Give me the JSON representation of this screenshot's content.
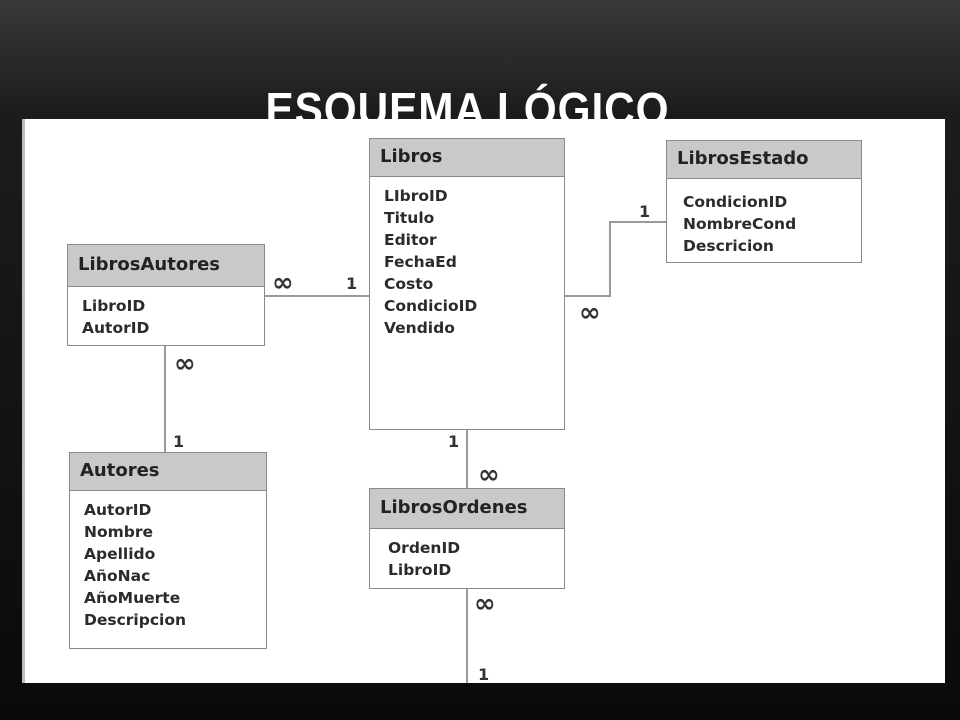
{
  "slide": {
    "title": "ESQUEMA LÓGICO"
  },
  "tables": {
    "libros": {
      "name": "Libros",
      "fields": [
        "LIbroID",
        "Titulo",
        "Editor",
        "FechaEd",
        "Costo",
        "CondicioID",
        "Vendido"
      ]
    },
    "libros_estado": {
      "name": "LibrosEstado",
      "fields": [
        "CondicionID",
        "NombreCond",
        "Descricion"
      ]
    },
    "libros_autores": {
      "name": "LibrosAutores",
      "fields": [
        "LibroID",
        "AutorID"
      ]
    },
    "autores": {
      "name": "Autores",
      "fields": [
        "AutorID",
        "Nombre",
        "Apellido",
        "AñoNac",
        "AñoMuerte",
        "Descripcion"
      ]
    },
    "libros_ordenes": {
      "name": "LibrosOrdenes",
      "fields": [
        "OrdenID",
        "LibroID"
      ]
    }
  },
  "relationships": [
    {
      "from": "libros_autores",
      "to": "libros",
      "from_cardinality": "∞",
      "to_cardinality": "1"
    },
    {
      "from": "libros",
      "to": "libros_estado",
      "from_cardinality": "∞",
      "to_cardinality": "1"
    },
    {
      "from": "libros_autores",
      "to": "autores",
      "from_cardinality": "∞",
      "to_cardinality": "1"
    },
    {
      "from": "libros_ordenes",
      "to": "libros",
      "from_cardinality": "∞",
      "to_cardinality": "1"
    },
    {
      "from": "libros_ordenes",
      "to": "offscreen",
      "from_cardinality": "∞",
      "to_cardinality": "1"
    }
  ],
  "colors": {
    "header_fill": "#c9c9c9",
    "border": "#8a8a8a",
    "line": "#9a9a9a",
    "canvas": "#ffffff",
    "slide_background": "#1c1c1c"
  }
}
